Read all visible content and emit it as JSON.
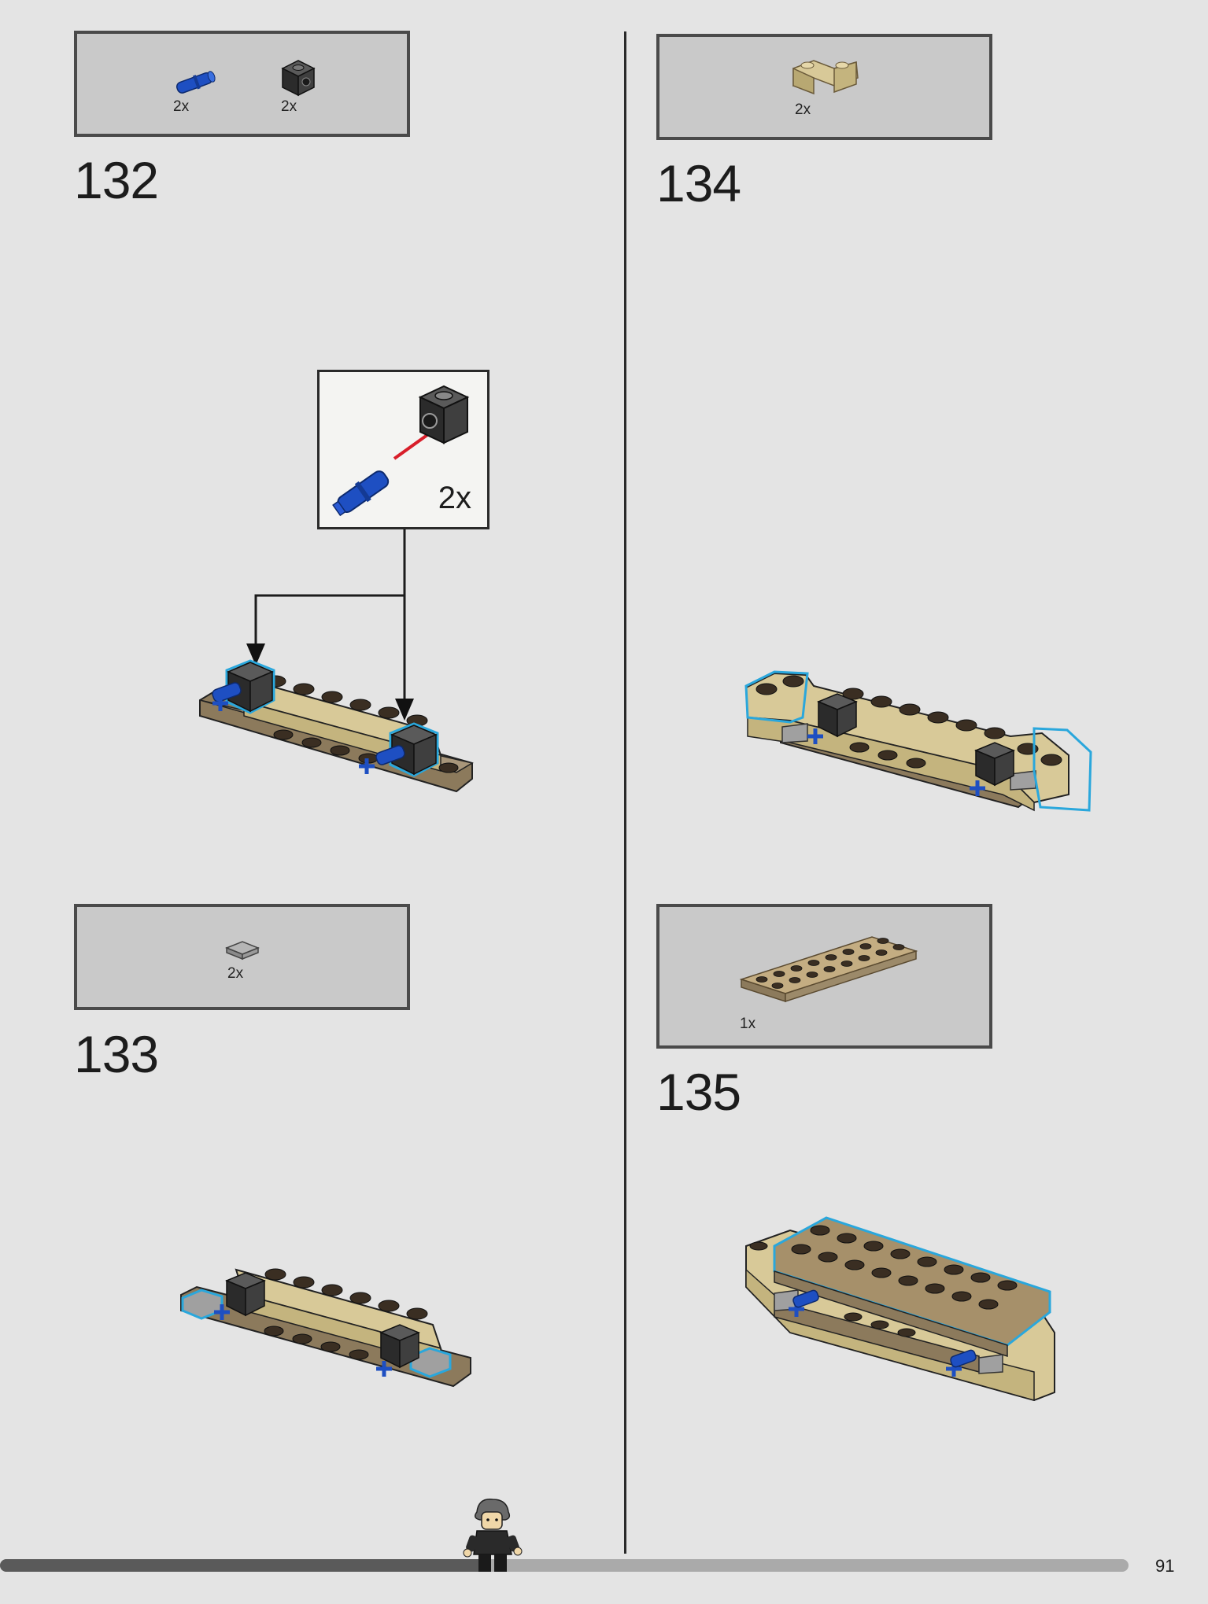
{
  "steps": [
    {
      "number": "132",
      "parts": [
        {
          "name": "blue-axle-pin",
          "qty": "2x"
        },
        {
          "name": "black-technic-brick-1x1",
          "qty": "2x"
        }
      ]
    },
    {
      "number": "133",
      "parts": [
        {
          "name": "gray-tile-1x1",
          "qty": "2x"
        }
      ]
    },
    {
      "number": "134",
      "parts": [
        {
          "name": "tan-corner-brick",
          "qty": "2x"
        }
      ]
    },
    {
      "number": "135",
      "parts": [
        {
          "name": "tan-plate-2x8",
          "qty": "1x"
        }
      ]
    }
  ],
  "callout": {
    "qty": "2x"
  },
  "footer": {
    "page_number": "91",
    "progress_fraction": 0.43
  },
  "colors": {
    "tan": "#d8c998",
    "dark_tan": "#8c7a5c",
    "black_brick": "#3b3b3b",
    "blue_pin": "#1e4fc2",
    "highlight": "#2aa7dc",
    "arrow_red": "#d81e2a"
  }
}
